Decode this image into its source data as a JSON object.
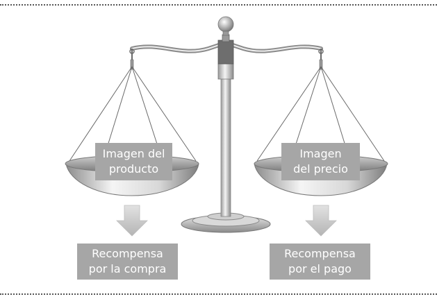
{
  "boxes": {
    "product_image": {
      "line1": "Imagen del",
      "line2": "producto"
    },
    "price_image": {
      "line1": "Imagen",
      "line2": "del precio"
    },
    "purchase_reward": {
      "line1": "Recompensa",
      "line2": "por la compra"
    },
    "payment_reward": {
      "line1": "Recompensa",
      "line2": "por el pago"
    }
  },
  "colors": {
    "label_fill": "#a6a6a6",
    "label_text": "#ffffff",
    "metal_dark": "#7a7a7a",
    "metal_light": "#f2f2f2",
    "arrow": "#c8c8c8"
  },
  "icons": {
    "scale": "balance-scale-icon",
    "arrow": "arrow-down-icon"
  }
}
